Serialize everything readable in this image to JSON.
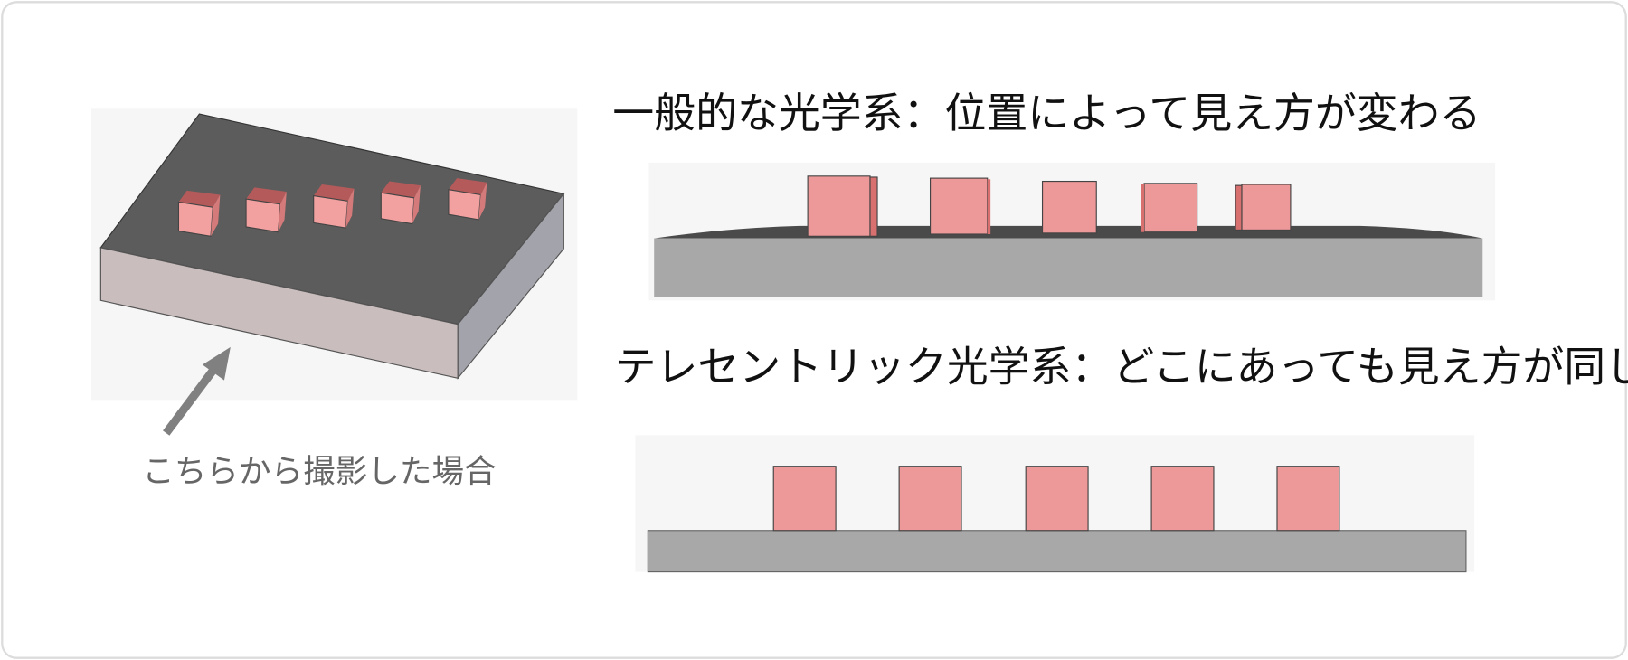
{
  "left_panel": {
    "caption": "こちらから撮影した場合",
    "cube_count": 5
  },
  "conventional": {
    "title": "一般的な光学系：位置によって見え方が変わる"
  },
  "telecentric": {
    "title": "テレセントリック光学系：どこにあっても見え方が同じ"
  },
  "colors": {
    "cube_face": "#ee9999",
    "cube_top": "#b55a5a",
    "surface_top": "#5a5a5a",
    "base": "#a8a8a8",
    "caption": "#666666"
  }
}
